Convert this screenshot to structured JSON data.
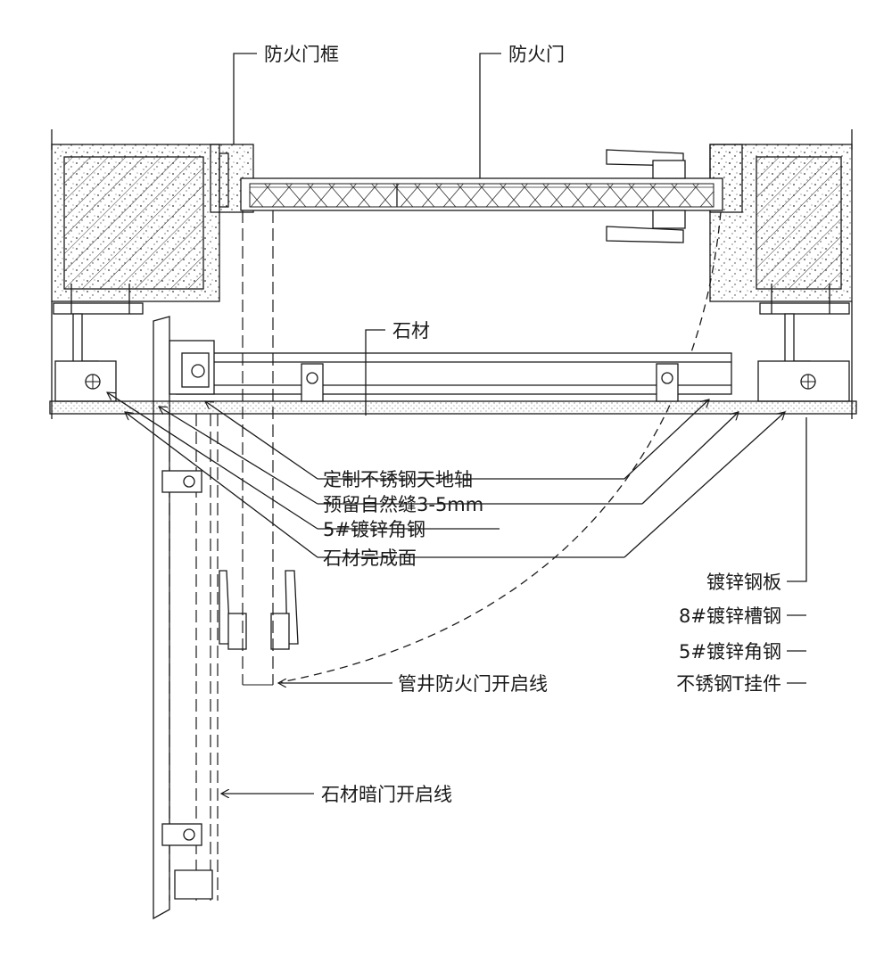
{
  "labels": {
    "fire_door_frame": "防火门框",
    "fire_door": "防火门",
    "stone": "石材",
    "custom_pivot": "定制不锈钢天地轴",
    "natural_gap": "预留自然缝3-5mm",
    "angle_steel_left": "5#镀锌角钢",
    "stone_finish_face": "石材完成面",
    "galv_plate": "镀锌钢板",
    "channel_steel": "8#镀锌槽钢",
    "angle_steel_right": "5#镀锌角钢",
    "ss_hanger": "不锈钢T挂件",
    "shaft_door_opening_line": "管井防火门开启线",
    "stone_hidden_door_opening_line": "石材暗门开启线"
  }
}
